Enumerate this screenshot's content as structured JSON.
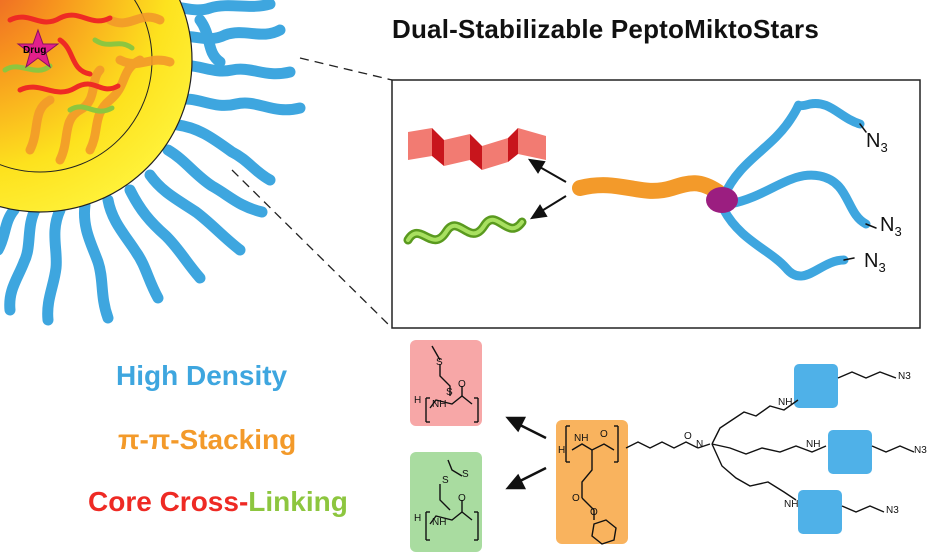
{
  "title": "Dual-Stabilizable PeptoMiktoStars",
  "drug_label": "Drug",
  "properties": {
    "density": "High Density",
    "stacking": "π-π-Stacking",
    "crosslink_part1": "Core Cross-",
    "crosslink_part2": "Linking"
  },
  "azide": {
    "n": "N",
    "sub": "3"
  },
  "chem_labels": {
    "H": "H",
    "N": "N",
    "O": "O",
    "S": "S",
    "NH": "NH",
    "N3": "N3"
  },
  "colors": {
    "corona_blue": "#3ea6df",
    "core_orange": "#f39a2a",
    "core_yellow": "#fde21e",
    "sheet_red": "#e8372f",
    "helix_green": "#8dc63f",
    "junction_purple": "#9b1e80",
    "drug_magenta": "#e21f8b",
    "box_red": "#f7a7a7",
    "box_green": "#a9dca0",
    "box_orange": "#f9b35e",
    "box_blue": "#4fb1e8"
  }
}
